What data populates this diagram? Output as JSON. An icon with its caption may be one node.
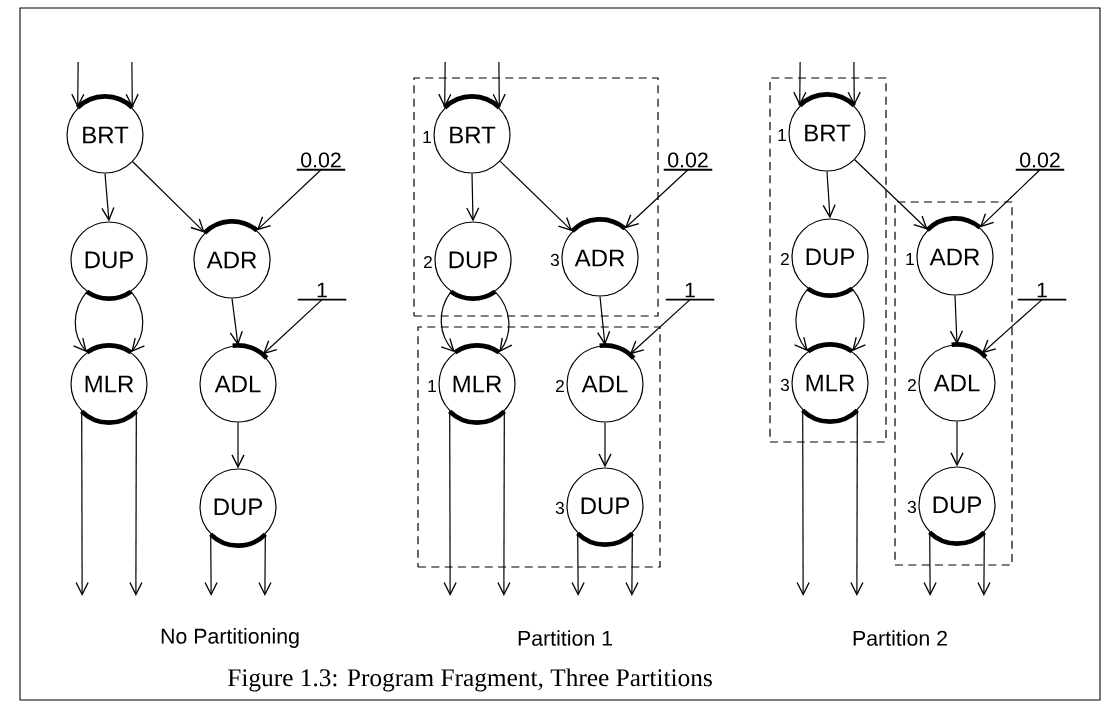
{
  "diagram": {
    "caption": "Figure 1.3: Program Fragment, Three Partitions",
    "nodes": [
      {
        "text": [
          "BRT"
        ]
      },
      {
        "text": [
          "DUP"
        ]
      },
      {
        "text": [
          "ADR"
        ]
      },
      {
        "text": [
          "MLR"
        ]
      },
      {
        "text": [
          "ADL"
        ]
      },
      {
        "text": [
          "DUP"
        ]
      },
      {
        "text": [
          "0.02"
        ]
      },
      {
        "text": [
          "1"
        ]
      },
      {
        "text": [],
        "shape": "box"
      },
      {
        "text": [
          "BRT"
        ],
        "in": 8,
        "beside": [
          "1"
        ]
      },
      {
        "text": [
          "DUP"
        ],
        "in": 8,
        "beside": [
          "2"
        ]
      },
      {
        "text": [
          "ADR"
        ],
        "in": 8,
        "beside": [
          "3"
        ]
      },
      {
        "text": [],
        "shape": "box"
      },
      {
        "text": [
          "MLR"
        ],
        "in": 12,
        "beside": [
          "1"
        ]
      },
      {
        "text": [
          "ADL"
        ],
        "in": 12,
        "beside": [
          "2"
        ]
      },
      {
        "text": [
          "DUP"
        ],
        "in": 12,
        "beside": [
          "3"
        ]
      },
      {
        "text": [
          "0.02"
        ]
      },
      {
        "text": [
          "1"
        ]
      },
      {
        "text": [],
        "shape": "box"
      },
      {
        "text": [
          "BRT"
        ],
        "in": 18,
        "beside": [
          "1"
        ]
      },
      {
        "text": [
          "DUP"
        ],
        "in": 18,
        "beside": [
          "2"
        ]
      },
      {
        "text": [
          "MLR"
        ],
        "in": 18,
        "beside": [
          "3"
        ]
      },
      {
        "text": [],
        "shape": "box"
      },
      {
        "text": [
          "ADR"
        ],
        "in": 22,
        "beside": [
          "1"
        ]
      },
      {
        "text": [
          "ADL"
        ],
        "in": 22,
        "beside": [
          "2"
        ]
      },
      {
        "text": [
          "DUP"
        ],
        "in": 22,
        "beside": [
          "3"
        ]
      },
      {
        "text": [
          "0.02"
        ]
      },
      {
        "text": [
          "1"
        ]
      }
    ],
    "edges": [
      {
        "from": null,
        "to": 0,
        "arrow": "to"
      },
      {
        "from": null,
        "to": 0,
        "arrow": "to"
      },
      {
        "from": 0,
        "to": 1,
        "arrow": "to"
      },
      {
        "from": 0,
        "to": 2,
        "arrow": "to"
      },
      {
        "from": 6,
        "to": 2,
        "arrow": "to"
      },
      {
        "from": 1,
        "to": 3,
        "arrow": "to"
      },
      {
        "from": 1,
        "to": 3,
        "arrow": "to"
      },
      {
        "from": 2,
        "to": 4,
        "arrow": "to"
      },
      {
        "from": 7,
        "to": 4,
        "arrow": "to"
      },
      {
        "from": 4,
        "to": 5,
        "arrow": "to"
      },
      {
        "from": 3,
        "to": null,
        "arrow": "to"
      },
      {
        "from": 3,
        "to": null,
        "arrow": "to"
      },
      {
        "from": 5,
        "to": null,
        "arrow": "to"
      },
      {
        "from": 5,
        "to": null,
        "arrow": "to"
      },
      {
        "from": null,
        "to": 9,
        "arrow": "to"
      },
      {
        "from": null,
        "to": 9,
        "arrow": "to"
      },
      {
        "from": 9,
        "to": 10,
        "arrow": "to"
      },
      {
        "from": 9,
        "to": 11,
        "arrow": "to"
      },
      {
        "from": 16,
        "to": 11,
        "arrow": "to"
      },
      {
        "from": 10,
        "to": 13,
        "arrow": "to"
      },
      {
        "from": 10,
        "to": 13,
        "arrow": "to"
      },
      {
        "from": 11,
        "to": 14,
        "arrow": "to"
      },
      {
        "from": 17,
        "to": 14,
        "arrow": "to"
      },
      {
        "from": 14,
        "to": 15,
        "arrow": "to"
      },
      {
        "from": 13,
        "to": null,
        "arrow": "to"
      },
      {
        "from": 13,
        "to": null,
        "arrow": "to"
      },
      {
        "from": 15,
        "to": null,
        "arrow": "to"
      },
      {
        "from": 15,
        "to": null,
        "arrow": "to"
      },
      {
        "from": null,
        "to": 19,
        "arrow": "to"
      },
      {
        "from": null,
        "to": 19,
        "arrow": "to"
      },
      {
        "from": 19,
        "to": 20,
        "arrow": "to"
      },
      {
        "from": 19,
        "to": 23,
        "arrow": "to"
      },
      {
        "from": 26,
        "to": 23,
        "arrow": "to"
      },
      {
        "from": 20,
        "to": 21,
        "arrow": "to"
      },
      {
        "from": 20,
        "to": 21,
        "arrow": "to"
      },
      {
        "from": 23,
        "to": 24,
        "arrow": "to"
      },
      {
        "from": 27,
        "to": 24,
        "arrow": "to"
      },
      {
        "from": 24,
        "to": 25,
        "arrow": "to"
      },
      {
        "from": 21,
        "to": null,
        "arrow": "to"
      },
      {
        "from": 21,
        "to": null,
        "arrow": "to"
      },
      {
        "from": 25,
        "to": null,
        "arrow": "to"
      },
      {
        "from": 25,
        "to": null,
        "arrow": "to"
      }
    ],
    "labels": [
      "No Partitioning",
      "Partition 1",
      "Partition 2"
    ]
  }
}
